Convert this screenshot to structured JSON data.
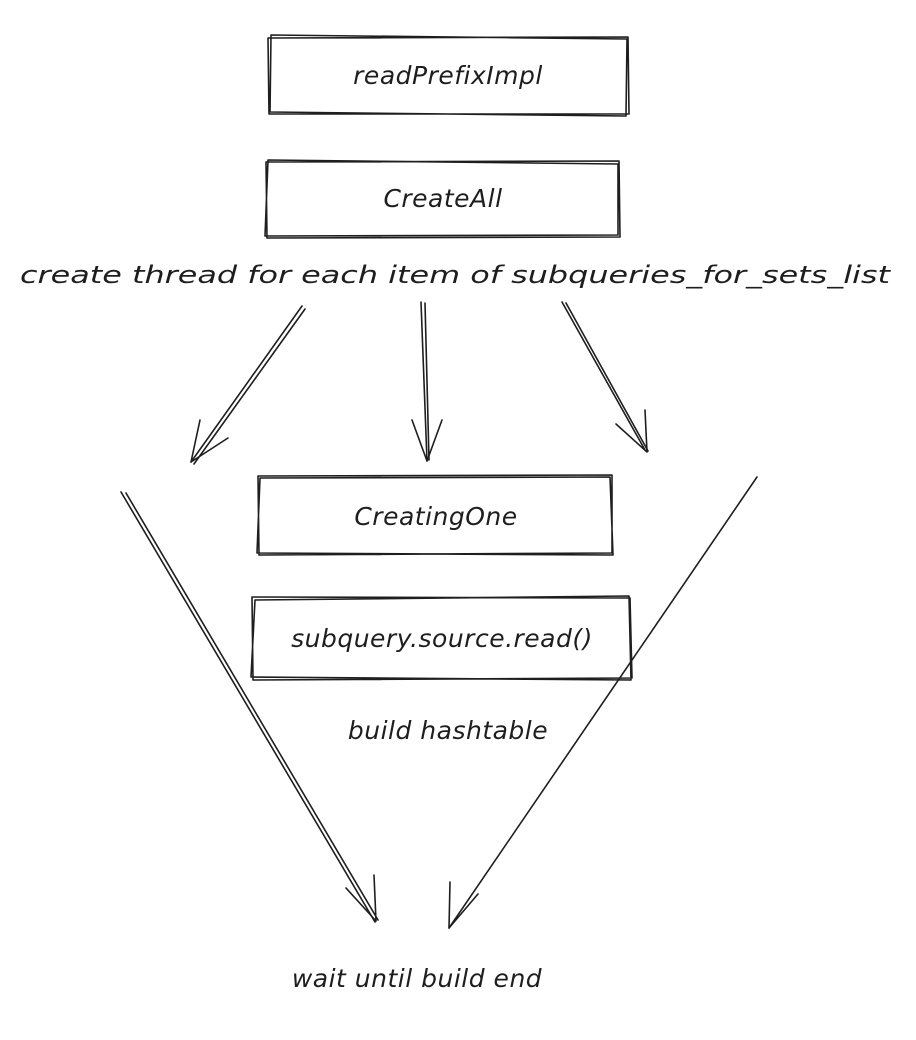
{
  "diagram": {
    "boxes": {
      "read_prefix_impl": "readPrefixImpl",
      "create_all": "CreateAll",
      "creating_one": "CreatingOne",
      "subquery_source_read": "subquery.source.read()"
    },
    "labels": {
      "create_thread": "create thread for each item of subqueries_for_sets_list",
      "build_hashtable": "build hashtable",
      "wait_until_build_end": "wait until build end"
    },
    "colors": {
      "stroke": "#1e1e1e",
      "background": "#ffffff"
    }
  }
}
